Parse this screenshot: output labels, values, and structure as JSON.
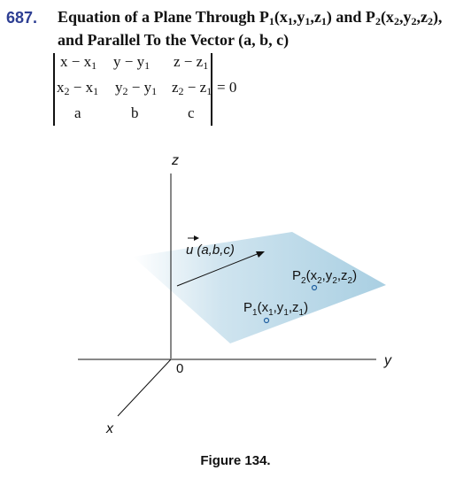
{
  "formula": {
    "number": "687.",
    "title_line1": {
      "prefix": "Equation of a Plane Through P",
      "point1_args": "(x",
      "and": " and P",
      "point2_args": "(x"
    },
    "title_line2": "and Parallel To the Vector (a, b, c)"
  },
  "determinant": {
    "rows": [
      [
        "x − x",
        "y − y",
        "z − z"
      ],
      [
        "x  − x",
        "y  − y",
        "z  − z"
      ],
      [
        "a",
        "b",
        "c"
      ]
    ],
    "subscripts": {
      "one": "1",
      "two": "2"
    },
    "equals": "= 0"
  },
  "figure": {
    "axis_labels": {
      "z": "z",
      "y": "y",
      "x": "x",
      "origin": "0"
    },
    "vector_label": {
      "u": "u",
      "args": "(a,b,c)"
    },
    "point2_label": {
      "p": "P",
      "sub": "2",
      "args": "(x",
      "y": ",y",
      "z": ",z",
      "close": ")"
    },
    "point1_label": {
      "p": "P",
      "sub": "1",
      "args": "(x",
      "y": ",y",
      "z": ",z",
      "close": ")"
    },
    "plane_color": "#a9cfe2",
    "point_color": "#1f5fa0",
    "caption": "Figure 134."
  }
}
